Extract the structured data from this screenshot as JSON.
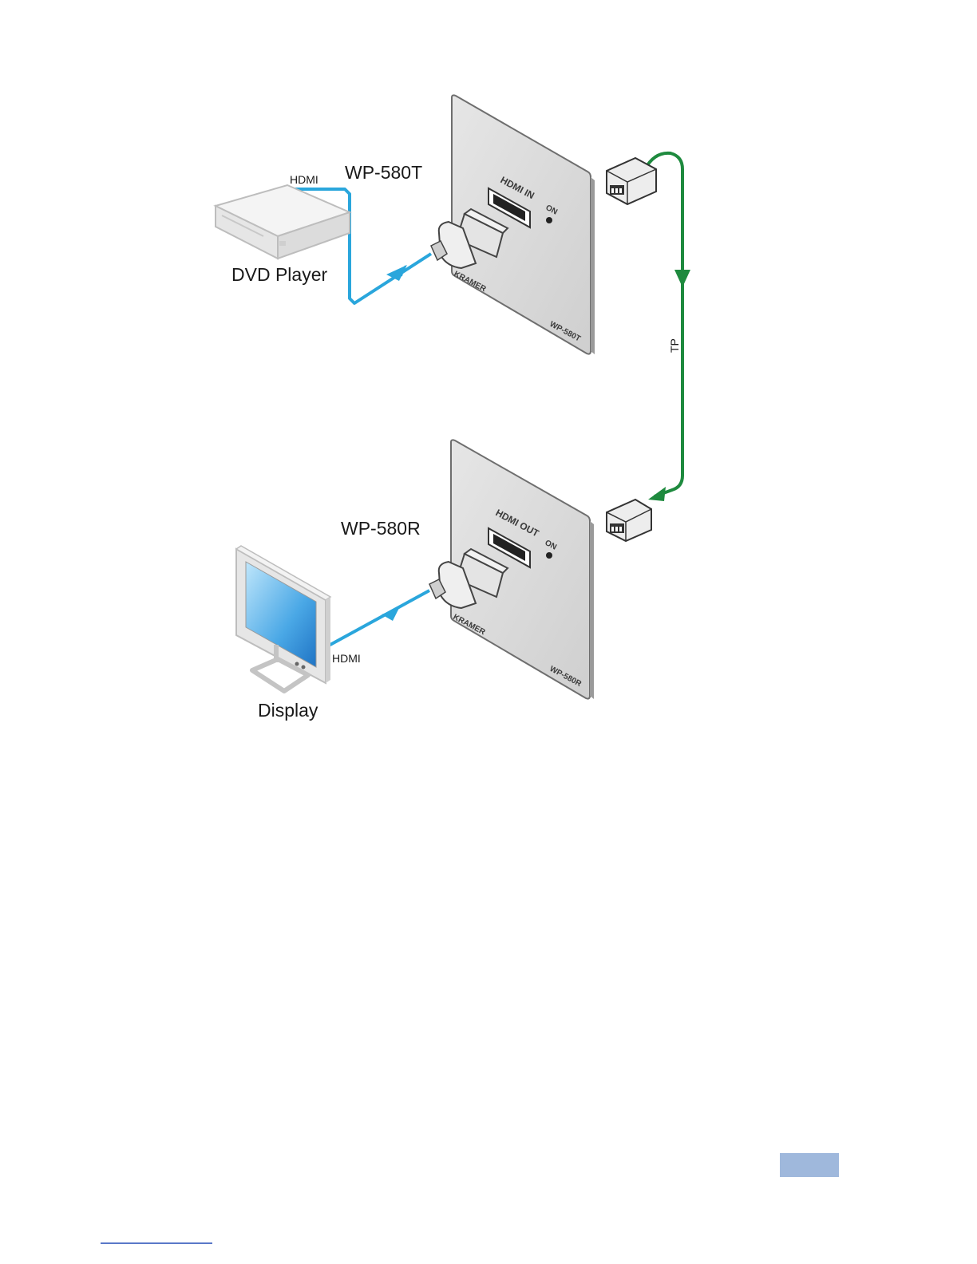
{
  "diagram": {
    "transmitter_label": "WP-580T",
    "receiver_label": "WP-580R",
    "source_label": "DVD Player",
    "display_label": "Display",
    "cable_hdmi_in_label": "HDMI",
    "cable_hdmi_out_label": "HDMI",
    "tp_label": "TP",
    "tx_port_label": "HDMI IN",
    "rx_port_label": "HDMI OUT",
    "tx_led_label": "ON",
    "rx_led_label": "ON",
    "tx_brand": "KRAMER",
    "rx_brand": "KRAMER",
    "tx_model_mark": "WP-580T",
    "rx_model_mark": "WP-580R",
    "colors": {
      "hdmi_cable": "#2aa6dc",
      "tp_cable": "#1e8a3e",
      "plate": "#d9d9d9",
      "page_tab": "#9fb8dc"
    }
  }
}
